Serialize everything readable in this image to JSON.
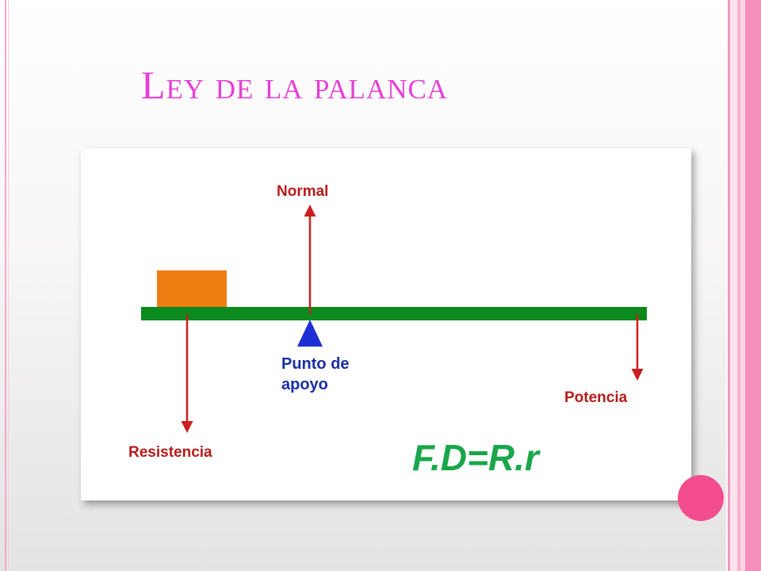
{
  "slide": {
    "title": "Ley de la palanca",
    "formula": "F.D=R.r"
  },
  "diagram": {
    "labels": {
      "normal": "Normal",
      "fulcrum_line1": "Punto de",
      "fulcrum_line2": "apoyo",
      "resistance": "Resistencia",
      "power": "Potencia"
    }
  },
  "colors": {
    "title": "#e73fd6",
    "lever": "#0b8a1e",
    "load": "#f07d12",
    "arrows": "#cc1f1f",
    "fulcrum": "#1f2fd6",
    "formula": "#1aa64a",
    "accent": "#f44d8f"
  }
}
